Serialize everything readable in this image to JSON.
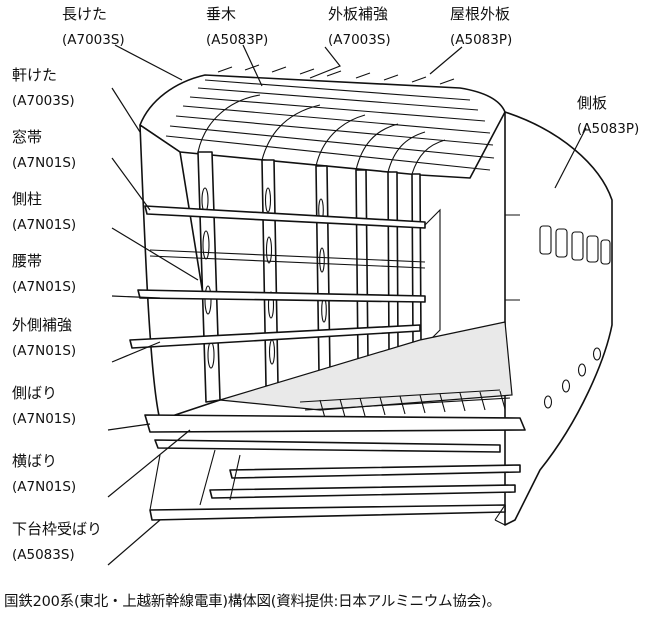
{
  "labels": {
    "nagaketa": {
      "name": "長けた",
      "code": "(A7003S)"
    },
    "taruki": {
      "name": "垂木",
      "code": "(A5083P)"
    },
    "gaiban_hokyo": {
      "name": "外板補強",
      "code": "(A7003S)"
    },
    "yane_gaiban": {
      "name": "屋根外板",
      "code": "(A5083P)"
    },
    "noketa": {
      "name": "軒けた",
      "code": "(A7003S)"
    },
    "madoobi": {
      "name": "窓帯",
      "code": "(A7N01S)"
    },
    "sokuchu": {
      "name": "側柱",
      "code": "(A7N01S)"
    },
    "koshiobi": {
      "name": "腰帯",
      "code": "(A7N01S)"
    },
    "gaisoku_hokyo": {
      "name": "外側補強",
      "code": "(A7N01S)"
    },
    "gawabari": {
      "name": "側ばり",
      "code": "(A7N01S)"
    },
    "yokobari": {
      "name": "横ばり",
      "code": "(A7N01S)"
    },
    "shitadai": {
      "name": "下台枠受ばり",
      "code": "(A5083S)"
    },
    "sokuban": {
      "name": "側板",
      "code": "(A5083P)"
    }
  },
  "caption": "国鉄200系(東北・上越新幹線電車)構体図(資料提供:日本アルミニウム協会)。"
}
